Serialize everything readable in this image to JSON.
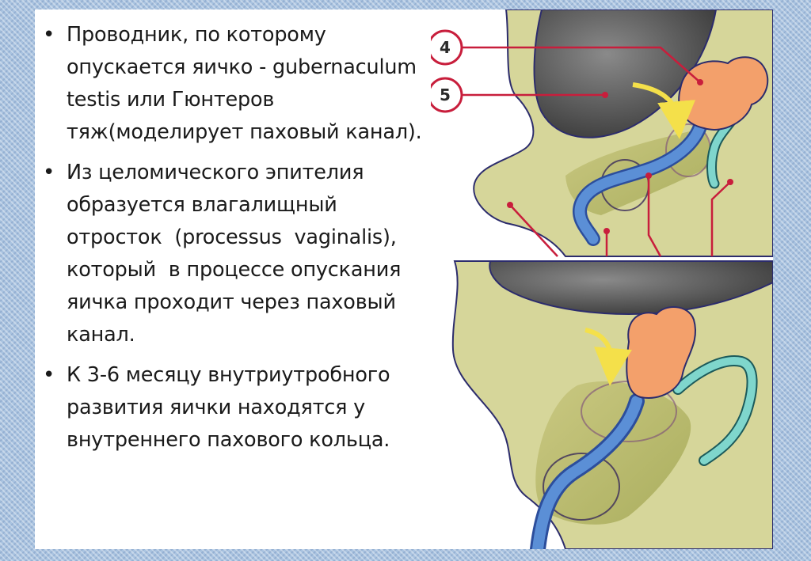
{
  "bullets": [
    {
      "text": "Проводник, по которому опускается яичко - gubernaculum testis или Гюнтеров тяж(моделирует паховый канал)."
    },
    {
      "text": "Из целомического эпителия образуется влагалищный отросток  (processus  vaginalis),  который  в процессе опускания яичка проходит через паховый канал."
    },
    {
      "text": "К 3-6 месяцу внутриутробного развития яички находятся у внутреннего пахового кольца."
    }
  ],
  "diagram": {
    "callouts": [
      {
        "label": "4"
      },
      {
        "label": "5"
      }
    ],
    "colors": {
      "tissue": "#d6d69a",
      "organ": "#5c5c5c",
      "testis": "#f3a06b",
      "duct": "#7fd6cc",
      "vessel": "#5b8fd6",
      "arrow": "#f4e04a",
      "pointer": "#c81e3c"
    }
  }
}
